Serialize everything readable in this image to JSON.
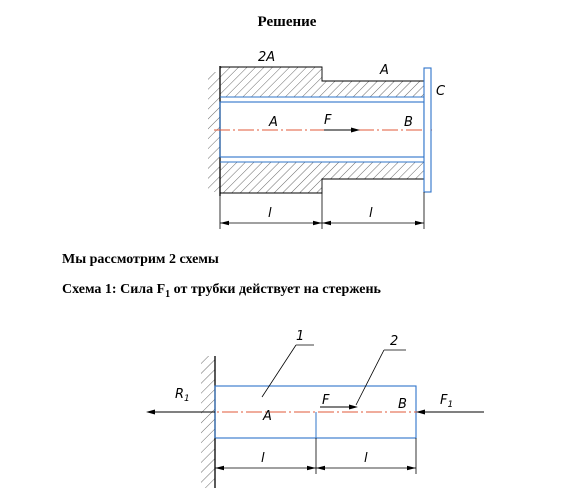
{
  "heading": "Решение",
  "paragraph1": "Мы рассмотрим 2 схемы",
  "paragraph2": {
    "before": "Схема 1: Сила F",
    "sub": "1",
    "after": " от трубки действует на стержень"
  },
  "figure1": {
    "label_2A": "2A",
    "label_A_top": "A",
    "label_C": "C",
    "label_A": "A",
    "label_F": "F",
    "label_B": "B",
    "dim_left": "l",
    "dim_right": "l"
  },
  "figure2": {
    "callout_1": "1",
    "callout_2": "2",
    "label_R": "R",
    "label_R_sub": "1",
    "label_A": "A",
    "label_F": "F",
    "label_B": "B",
    "label_F1": "F",
    "label_F1_sub": "1",
    "dim_left": "l",
    "dim_right": "l"
  },
  "colors": {
    "structure": "#2f74c9",
    "axis": "#e05a3a",
    "ink": "#000000"
  }
}
